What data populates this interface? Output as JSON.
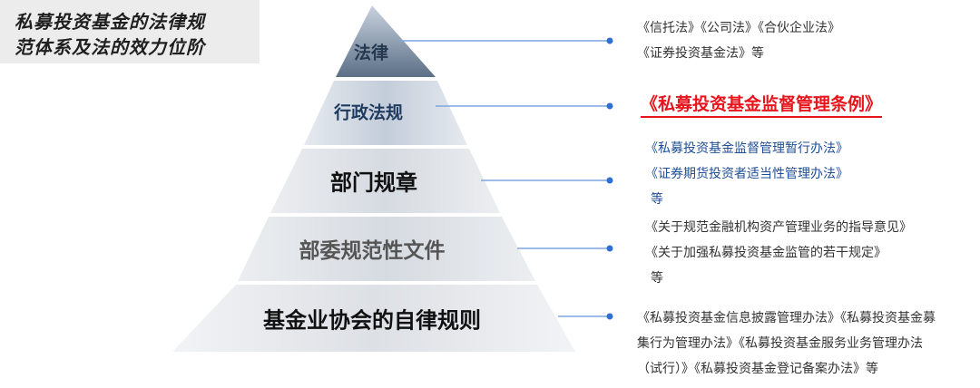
{
  "title": {
    "line1": "私募投资基金的法律规",
    "line2": "范体系及法的效力位阶"
  },
  "colors": {
    "tier_dark": "#5b6f86",
    "tier_mid": "#b8c4d2",
    "tier_light": "#d9dee5",
    "connector": "#2f6fd6",
    "highlight": "#e8141c",
    "note_blue": "#1f4e96"
  },
  "tiers": [
    {
      "label": "法律",
      "notes": [
        "《信托法》《公司法》《合伙企业法》",
        "《证券投资基金法》等"
      ]
    },
    {
      "label": "行政法规",
      "highlight": "《私募投资基金监督管理条例》"
    },
    {
      "label": "部门规章",
      "notes": [
        "《私募投资基金监督管理暂行办法》",
        "《证券期货投资者适当性管理办法》",
        "等"
      ]
    },
    {
      "label": "部委规范性文件",
      "notes": [
        "《关于规范金融机构资产管理业务的指导意见》",
        "《关于加强私募投资基金监管的若干规定》",
        "等"
      ]
    },
    {
      "label": "基金业协会的自律规则",
      "notes": [
        "《私募投资基金信息披露管理办法》《私募投资基金募",
        "集行为管理办法》《私募投资基金服务业务管理办法",
        "（试行）》《私募投资基金登记备案办法》等"
      ]
    }
  ]
}
